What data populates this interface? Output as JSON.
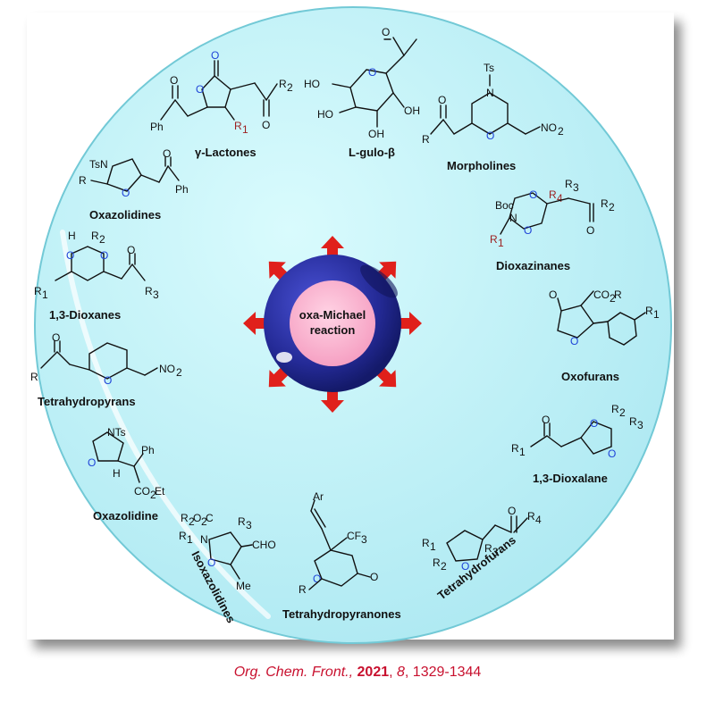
{
  "center": {
    "line1": "oxa-Michael",
    "line2": "reaction"
  },
  "classes": {
    "lactones": "γ-Lactones",
    "gulo": "L-gulo-β",
    "morpholines": "Morpholines",
    "oxazolidines": "Oxazolidines",
    "dioxazinanes": "Dioxazinanes",
    "dioxanes": "1,3-Dioxanes",
    "oxofurans": "Oxofurans",
    "tetrahydropyrans": "Tetrahydropyrans",
    "dioxalane": "1,3-Dioxalane",
    "oxazolidine": "Oxazolidine",
    "isoxazolidines": "Isoxazolidines",
    "tetrahydropyranones": "Tetrahydropyranones",
    "tetrahydrofurans": "Tetrahydrofurans"
  },
  "citation": {
    "journal": "Org. Chem. Front.,",
    "year": "2021",
    "volume": "8",
    "pages": "1329-1344"
  },
  "colors": {
    "circle": "#bdf2f7",
    "circle_edge": "#6cc7d4",
    "sphere": "#2a2f9a",
    "core": "#f7a9c9",
    "arrow": "#e0201b"
  }
}
